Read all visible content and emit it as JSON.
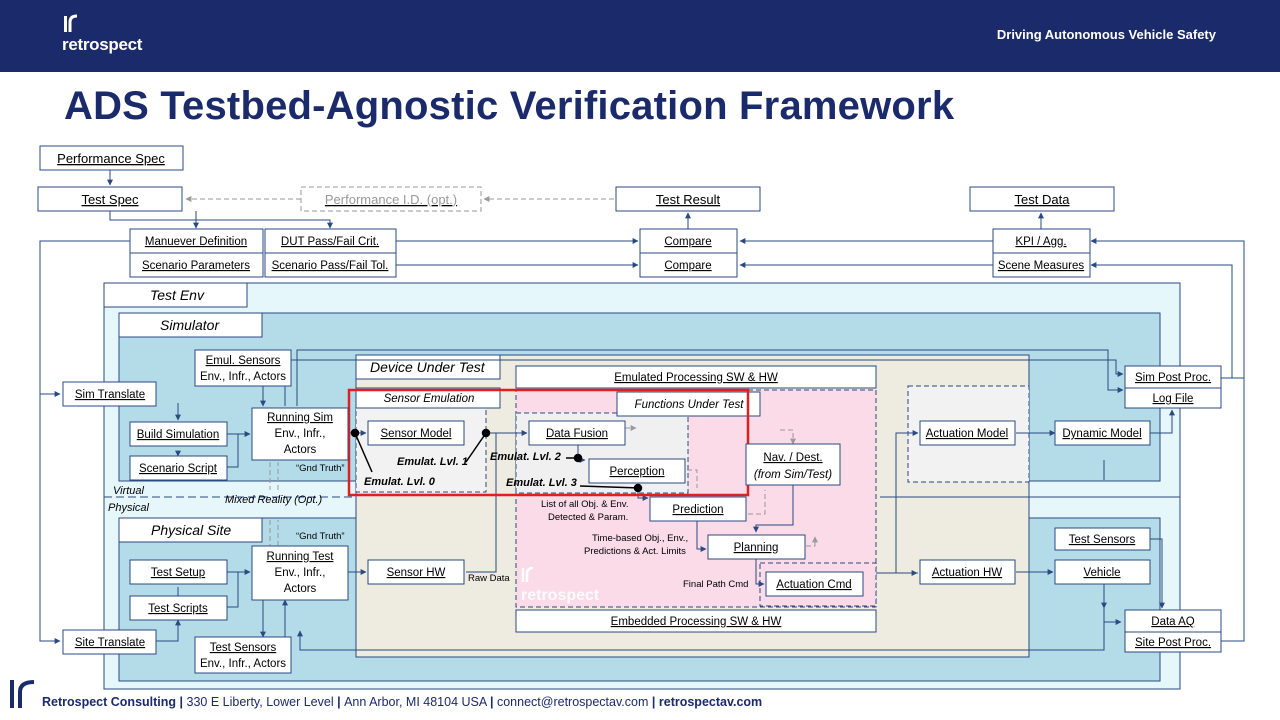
{
  "header": {
    "logo_text": "retrospect",
    "tagline": "Driving Autonomous Vehicle Safety"
  },
  "title": "ADS Testbed-Agnostic Verification Framework",
  "diagram": {
    "top": {
      "performance_spec": "Performance Spec",
      "test_spec": "Test Spec",
      "performance_id": "Performance I.D. (opt.)",
      "test_result": "Test Result",
      "test_data": "Test Data",
      "maneuver_definition": "Manuever Definition",
      "dut_pass_fail": "DUT Pass/Fail Crit.",
      "scenario_parameters": "Scenario Parameters",
      "scenario_pass_fail": "Scenario Pass/Fail Tol.",
      "compare_1": "Compare",
      "compare_2": "Compare",
      "kpi_agg": "KPI / Agg.",
      "scene_measures": "Scene Measures"
    },
    "env": {
      "test_env": "Test Env",
      "simulator": "Simulator",
      "physical_site": "Physical Site",
      "virtual": "Virtual",
      "physical": "Physical",
      "mixed_reality": "Mixed Reality (Opt.)"
    },
    "sim": {
      "sim_translate": "Sim Translate",
      "build_simulation": "Build Simulation",
      "scenario_script": "Scenario Script",
      "emul_sensors_title": "Emul. Sensors",
      "emul_sensors_sub": "Env., Infr., Actors",
      "running_sim_title": "Running Sim",
      "running_sim_l2": "Env., Infr.,",
      "running_sim_l3": "Actors",
      "gnd_truth_1": "“Gnd Truth”",
      "actuation_model": "Actuation Model",
      "dynamic_model": "Dynamic Model",
      "sim_post_proc": "Sim Post Proc.",
      "log_file": "Log File"
    },
    "dut": {
      "device_under_test": "Device Under Test",
      "emulated_processing": "Emulated Processing SW & HW",
      "sensor_emulation": "Sensor Emulation",
      "functions_under_test": "Functions Under Test",
      "sensor_model": "Sensor Model",
      "data_fusion": "Data Fusion",
      "perception": "Perception",
      "nav_dest_l1": "Nav. / Dest.",
      "nav_dest_l2": "(from Sim/Test)",
      "emulat_lvl_0": "Emulat. Lvl. 0",
      "emulat_lvl_1": "Emulat. Lvl. 1",
      "emulat_lvl_2": "Emulat. Lvl. 2",
      "emulat_lvl_3": "Emulat. Lvl. 3",
      "list_objects_l1": "List of all Obj. & Env.",
      "list_objects_l2": "Detected & Param.",
      "prediction": "Prediction",
      "time_based_l1": "Time-based Obj., Env.,",
      "time_based_l2": "Predictions & Act. Limits",
      "planning": "Planning",
      "final_path_cmd": "Final Path Cmd",
      "actuation_cmd": "Actuation Cmd",
      "sensor_hw": "Sensor HW",
      "raw_data": "Raw Data",
      "watermark": "retrospect",
      "embedded_processing": "Embedded Processing SW & HW"
    },
    "phys": {
      "test_setup": "Test Setup",
      "test_scripts": "Test Scripts",
      "site_translate": "Site Translate",
      "running_test_title": "Running Test",
      "running_test_l2": "Env., Infr.,",
      "running_test_l3": "Actors",
      "gnd_truth_2": "“Gnd Truth”",
      "test_sensors_title": "Test Sensors",
      "test_sensors_sub": "Env., Infr., Actors",
      "actuation_hw": "Actuation HW",
      "vehicle": "Vehicle",
      "test_sensors_right": "Test Sensors",
      "data_aq": "Data AQ",
      "site_post_proc": "Site Post Proc."
    }
  },
  "footer": {
    "company": "Retrospect Consulting",
    "address": "330 E Liberty, Lower Level",
    "city": "Ann Arbor, MI 48104 USA",
    "email": "connect@retrospectav.com",
    "website": "retrospectav.com"
  },
  "colors": {
    "navy": "#1b2a6b",
    "test_env_bg": "#e6f7fb",
    "simulator_bg": "#b3dce8",
    "dut_bg": "#eeebe0",
    "functions_bg": "#fadbe7",
    "highlight": "#e02020",
    "line": "#2b4a80"
  }
}
